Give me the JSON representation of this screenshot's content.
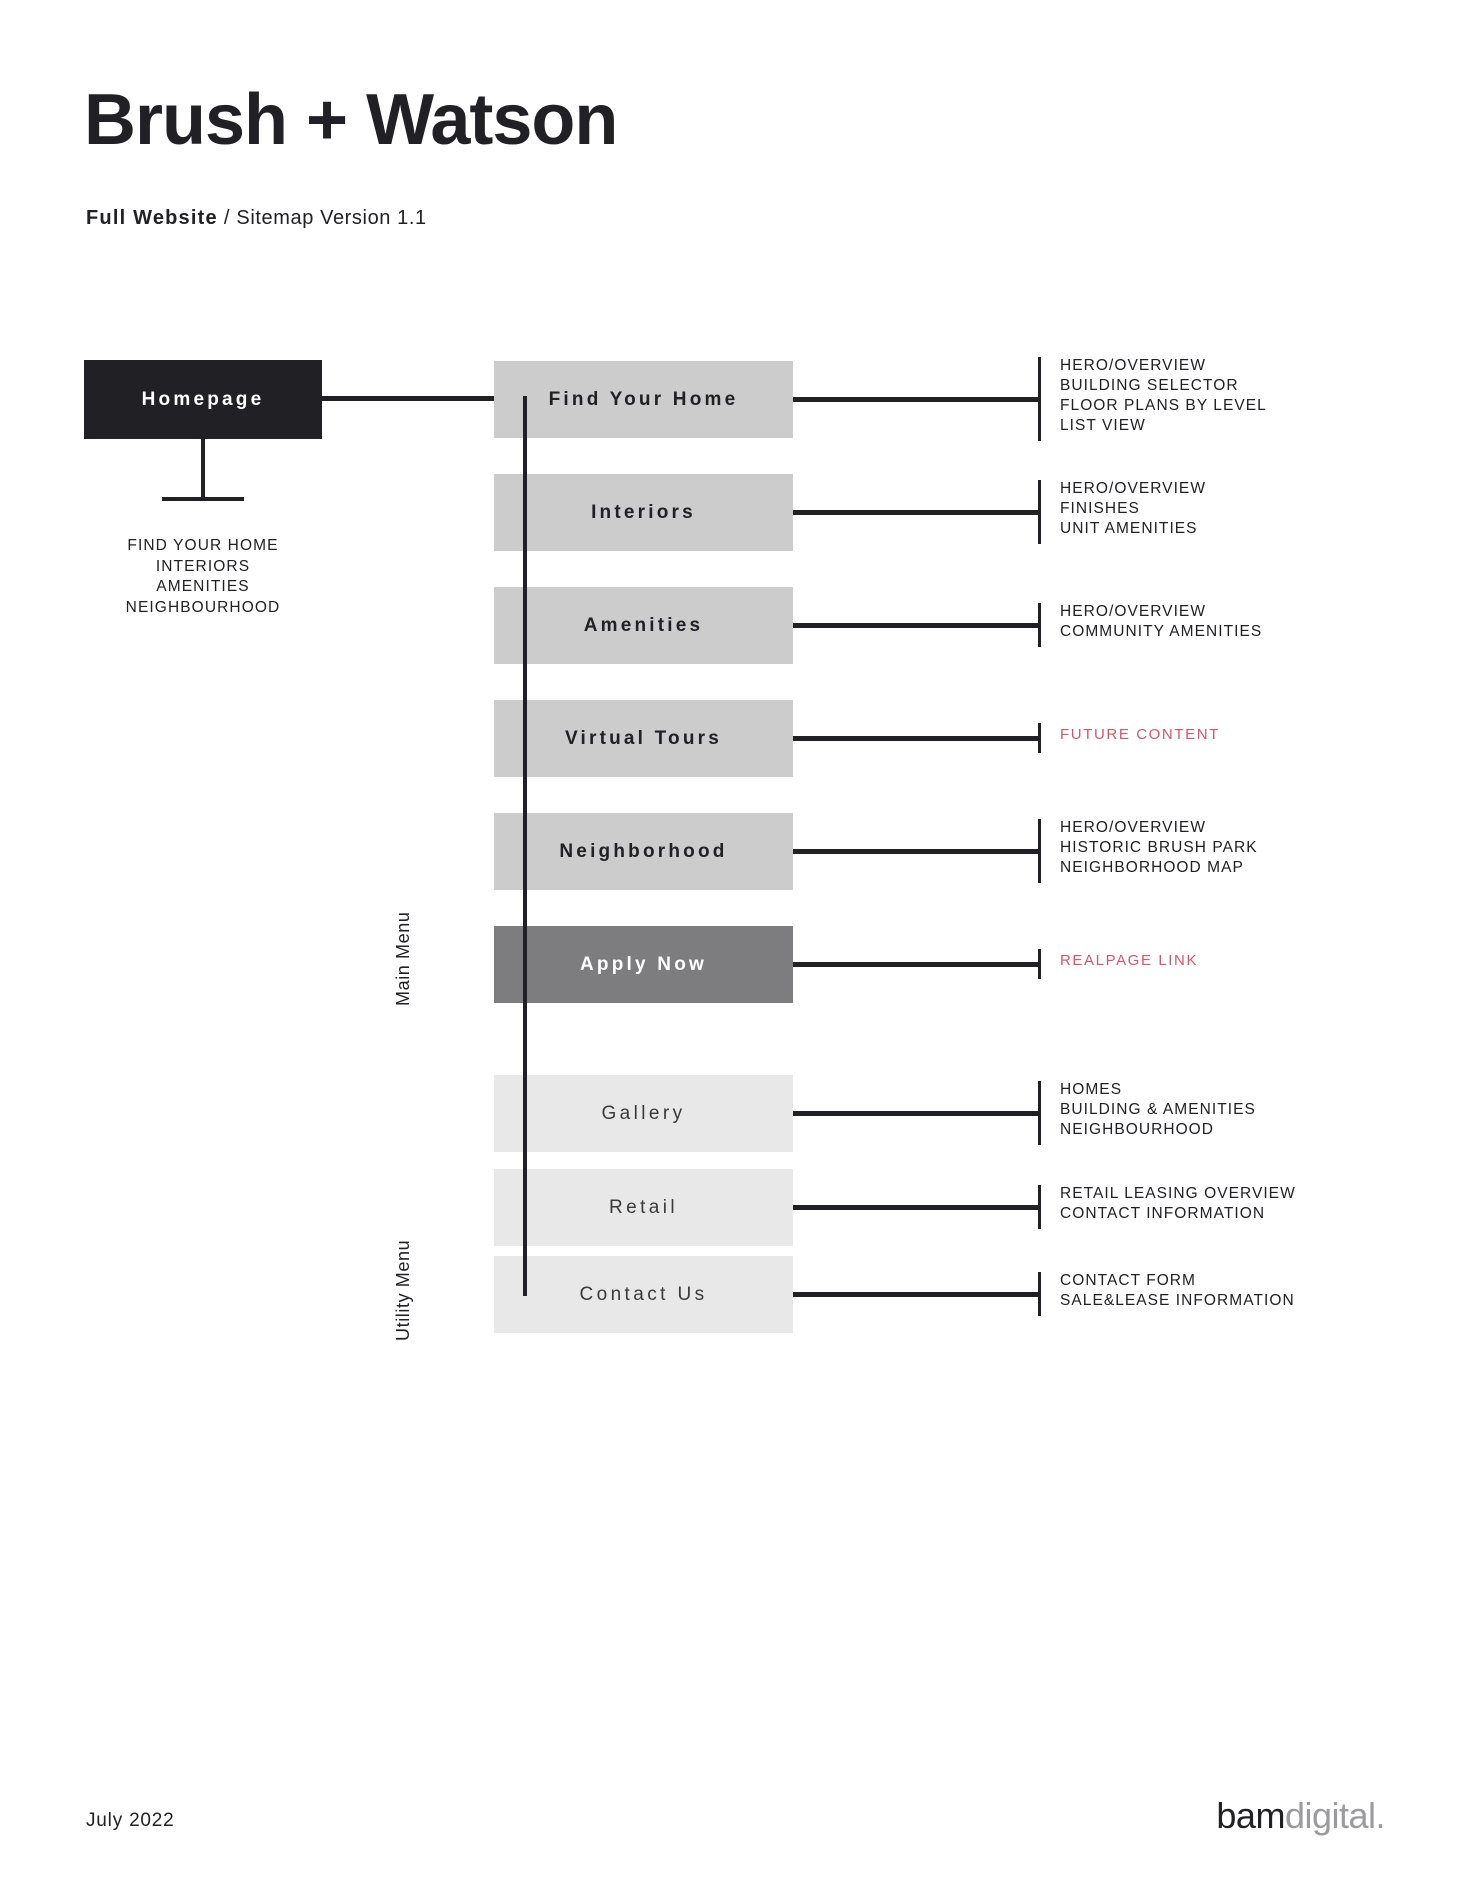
{
  "header": {
    "title": "Brush + Watson",
    "subtitle_strong": "Full Website",
    "subtitle_separator": "/",
    "subtitle_light": "Sitemap Version 1.1"
  },
  "root": {
    "label": "Homepage",
    "children": [
      "FIND YOUR HOME",
      "INTERIORS",
      "AMENITIES",
      "NEIGHBOURHOOD"
    ]
  },
  "groups": {
    "main_label": "Main Menu",
    "utility_label": "Utility Menu"
  },
  "main_menu": [
    {
      "label": "Find Your Home",
      "style": "gray",
      "notes": [
        "HERO/OVERVIEW",
        "BUILDING SELECTOR",
        "FLOOR PLANS BY LEVEL",
        "LIST VIEW"
      ],
      "notes_accent": false
    },
    {
      "label": "Interiors",
      "style": "gray",
      "notes": [
        "HERO/OVERVIEW",
        "FINISHES",
        "UNIT AMENITIES"
      ],
      "notes_accent": false
    },
    {
      "label": "Amenities",
      "style": "gray",
      "notes": [
        "HERO/OVERVIEW",
        "COMMUNITY AMENITIES"
      ],
      "notes_accent": false
    },
    {
      "label": "Virtual Tours",
      "style": "gray",
      "notes": [
        "FUTURE CONTENT"
      ],
      "notes_accent": true
    },
    {
      "label": "Neighborhood",
      "style": "gray",
      "notes": [
        "HERO/OVERVIEW",
        "HISTORIC BRUSH PARK",
        "NEIGHBORHOOD MAP"
      ],
      "notes_accent": false
    },
    {
      "label": "Apply Now",
      "style": "mid",
      "notes": [
        "REALPAGE LINK"
      ],
      "notes_accent": true
    }
  ],
  "utility_menu": [
    {
      "label": "Gallery",
      "style": "light",
      "notes": [
        "HOMES",
        "BUILDING & AMENITIES",
        "NEIGHBOURHOOD"
      ],
      "notes_accent": false
    },
    {
      "label": "Retail",
      "style": "light",
      "notes": [
        "RETAIL LEASING OVERVIEW",
        "CONTACT INFORMATION"
      ],
      "notes_accent": false
    },
    {
      "label": "Contact Us",
      "style": "light",
      "notes": [
        "CONTACT FORM",
        "SALE&LEASE INFORMATION"
      ],
      "notes_accent": false
    }
  ],
  "footer": {
    "date": "July 2022",
    "logo_primary": "bam",
    "logo_secondary": "digital."
  },
  "colors": {
    "dark": "#212125",
    "mid_gray": "#7d7d7f",
    "box_gray": "#cccccc",
    "box_light": "#e8e8e8",
    "accent_pink": "#d4566b"
  }
}
